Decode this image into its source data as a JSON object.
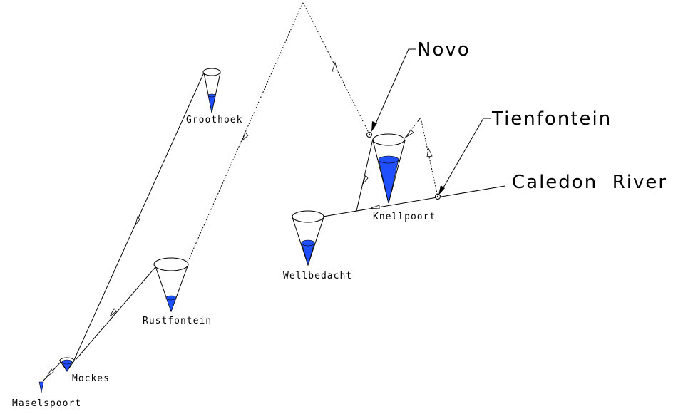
{
  "diagram": {
    "reservoirs": [
      {
        "id": "groothoek",
        "label": "Groothoek"
      },
      {
        "id": "rustfontein",
        "label": "Rustfontein"
      },
      {
        "id": "mockes",
        "label": "Mockes"
      },
      {
        "id": "maselspoort",
        "label": "Maselspoort"
      },
      {
        "id": "wellbedacht",
        "label": "Wellbedacht"
      },
      {
        "id": "knellpoort",
        "label": "Knellpoort"
      }
    ],
    "callouts": {
      "novo": "Novo",
      "tienfontein": "Tienfontein",
      "caledon": "Caledon  River"
    },
    "colors": {
      "water": "#1f4fff",
      "line": "#000000",
      "background": "#ffffff"
    }
  }
}
